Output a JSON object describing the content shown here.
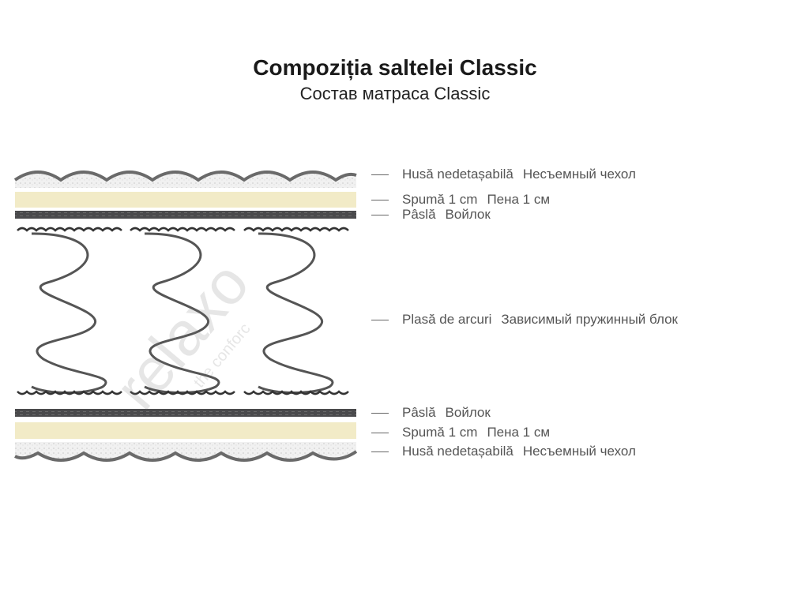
{
  "header": {
    "title": "Compoziția saltelei Classic",
    "subtitle": "Состав матраса Classic"
  },
  "watermark": {
    "brand": "relaxo",
    "tagline": "the conforc"
  },
  "colors": {
    "foam": "#f2ebc7",
    "felt": "#4a4a4c",
    "cover_edge": "#6a6a6a",
    "spring": "#555555"
  },
  "layers": [
    {
      "ro": "Husă nedetașabilă",
      "ru": "Несъемный чехол"
    },
    {
      "ro": "Spumă 1 cm",
      "ru": "Пена 1 см"
    },
    {
      "ro": "Pâslă",
      "ru": "Войлок"
    },
    {
      "ro": "Plasă de arcuri",
      "ru": "Зависимый пружинный блок"
    },
    {
      "ro": "Pâslă",
      "ru": "Войлок"
    },
    {
      "ro": "Spumă 1 cm",
      "ru": "Пена 1 см"
    },
    {
      "ro": "Husă nedetașabilă",
      "ru": "Несъемный чехол"
    }
  ]
}
